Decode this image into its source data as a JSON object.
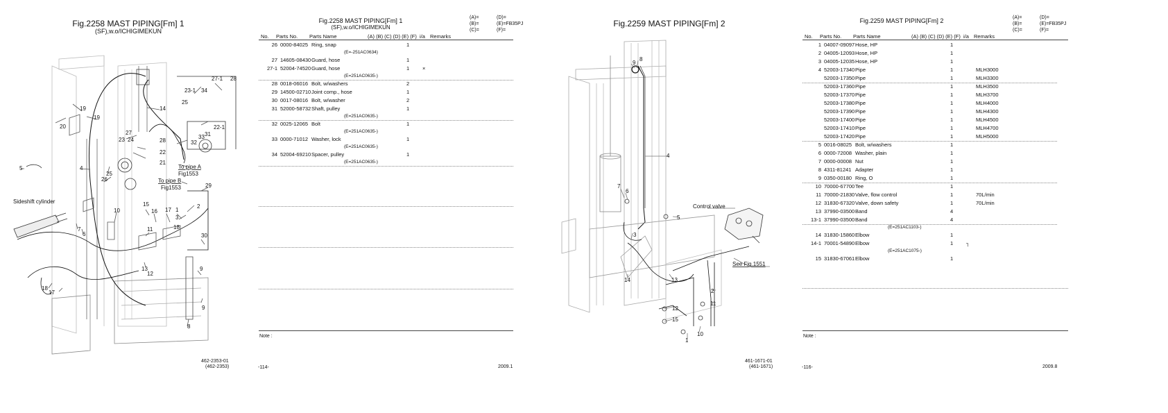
{
  "left_fig": {
    "title": "Fig.2258  MAST PIPING[Fm] 1",
    "subtitle": "(SF),w.o/ICHIGIMEKUN",
    "callouts": [
      "27-1",
      "28",
      "23-1",
      "34",
      "25",
      "14",
      "19",
      "19",
      "20",
      "22-1",
      "31",
      "33",
      "32",
      "27",
      "24",
      "23",
      "28",
      "22",
      "21",
      "4",
      "5",
      "26",
      "25",
      "To pipe A",
      "Fig1553",
      "To pipe B",
      "Fig1553",
      "29",
      "Sideshift cylinder",
      "15",
      "16",
      "17",
      "1",
      "2",
      "3",
      "18",
      "10",
      "6",
      "7",
      "11",
      "30",
      "13",
      "12",
      "9",
      "18",
      "17",
      "9",
      "8"
    ],
    "ref_code": "462-2353-01",
    "ref_code2": "(462-2353)"
  },
  "left_table": {
    "title": "Fig.2258  MAST PIPING[Fm] 1",
    "subtitle": "(SF),w.o/ICHIGIMEKUN",
    "codes": {
      "a": "(A)=",
      "b": "(B)=",
      "c": "(C)=",
      "d": "(D)=",
      "e": "(E)=FB35PJ",
      "f": "(F)="
    },
    "headers": {
      "no": "No.",
      "parts_no": "Parts No.",
      "parts_name": "Parts Name",
      "cols": "(A) (B) (C) (D) (E) (F)",
      "ia": "i/a",
      "remarks": "Remarks"
    },
    "rows": [
      {
        "no": "26",
        "pn": "0000-84025",
        "name": "Ring, snap",
        "qty": "1",
        "ia": "",
        "rem": ""
      },
      {
        "note": "(E=-251AC0634)"
      },
      {
        "no": "27",
        "pn": "14605-08430",
        "name": "Guard, hose",
        "qty": "1",
        "ia": "",
        "rem": ""
      },
      {
        "no": "27-1",
        "pn": "52004-74520",
        "name": "Guard, hose",
        "qty": "1",
        "ia": "×",
        "rem": ""
      },
      {
        "note": "(E=251AC0635-)"
      },
      {
        "no": "28",
        "pn": "0018-06016",
        "name": "Bolt, w/washers",
        "qty": "2",
        "ia": "",
        "rem": ""
      },
      {
        "no": "29",
        "pn": "14500-02710",
        "name": "Joint comp., hose",
        "qty": "1",
        "ia": "",
        "rem": ""
      },
      {
        "no": "30",
        "pn": "0017-08016",
        "name": "Bolt, w/washer",
        "qty": "2",
        "ia": "",
        "rem": ""
      },
      {
        "no": "31",
        "pn": "52000-58732",
        "name": "Shaft, pulley",
        "qty": "1",
        "ia": "",
        "rem": ""
      },
      {
        "note": "(E=251AC0635-)"
      },
      {
        "no": "32",
        "pn": "0025-12065",
        "name": "Bolt",
        "qty": "1",
        "ia": "",
        "rem": ""
      },
      {
        "note": "(E=251AC0635-)"
      },
      {
        "no": "33",
        "pn": "0000-71012",
        "name": "Washer, lock",
        "qty": "1",
        "ia": "",
        "rem": ""
      },
      {
        "note": "(E=251AC0635-)"
      },
      {
        "no": "34",
        "pn": "52004-69210",
        "name": "Spacer, pulley",
        "qty": "1",
        "ia": "",
        "rem": ""
      },
      {
        "note": "(E=251AC0635-)"
      }
    ],
    "note_label": "Note :",
    "page": "-114-",
    "date": "2009.1"
  },
  "right_fig": {
    "title": "Fig.2259  MAST PIPING[Fm] 2",
    "callouts": [
      "9",
      "8",
      "4",
      "7",
      "6",
      "3",
      "5",
      "Control valve",
      "See Fig.1551",
      "14",
      "13",
      "2",
      "11",
      "12",
      "15",
      "10",
      "1"
    ],
    "ref_code": "461-1671-01",
    "ref_code2": "(461-1671)"
  },
  "right_table": {
    "title": "Fig.2259  MAST PIPING[Fm] 2",
    "codes": {
      "a": "(A)=",
      "b": "(B)=",
      "c": "(C)=",
      "d": "(D)=",
      "e": "(E)=FB35PJ",
      "f": "(F)="
    },
    "headers": {
      "no": "No.",
      "parts_no": "Parts No.",
      "parts_name": "Parts Name",
      "cols": "(A) (B) (C) (D) (E) (F)",
      "ia": "i/a",
      "remarks": "Remarks"
    },
    "rows": [
      {
        "no": "1",
        "pn": "04007-09097",
        "name": "Hose, HP",
        "qty": "1",
        "ia": "",
        "rem": ""
      },
      {
        "no": "2",
        "pn": "04005-12093",
        "name": "Hose, HP",
        "qty": "1",
        "ia": "",
        "rem": ""
      },
      {
        "no": "3",
        "pn": "04005-12035",
        "name": "Hose, HP",
        "qty": "1",
        "ia": "",
        "rem": ""
      },
      {
        "no": "4",
        "pn": "52003-17340",
        "name": "Pipe",
        "qty": "1",
        "ia": "",
        "rem": "MLH3000"
      },
      {
        "no": "",
        "pn": "52003-17350",
        "name": "Pipe",
        "qty": "1",
        "ia": "",
        "rem": "MLH3300"
      },
      {
        "no": "",
        "pn": "52003-17360",
        "name": "Pipe",
        "qty": "1",
        "ia": "",
        "rem": "MLH3500"
      },
      {
        "no": "",
        "pn": "52003-17370",
        "name": "Pipe",
        "qty": "1",
        "ia": "",
        "rem": "MLH3700"
      },
      {
        "no": "",
        "pn": "52003-17380",
        "name": "Pipe",
        "qty": "1",
        "ia": "",
        "rem": "MLH4000"
      },
      {
        "no": "",
        "pn": "52003-17390",
        "name": "Pipe",
        "qty": "1",
        "ia": "",
        "rem": "MLH4300"
      },
      {
        "no": "",
        "pn": "52003-17400",
        "name": "Pipe",
        "qty": "1",
        "ia": "",
        "rem": "MLH4500"
      },
      {
        "no": "",
        "pn": "52003-17410",
        "name": "Pipe",
        "qty": "1",
        "ia": "",
        "rem": "MLH4700"
      },
      {
        "no": "",
        "pn": "52003-17420",
        "name": "Pipe",
        "qty": "1",
        "ia": "",
        "rem": "MLH5000"
      },
      {
        "no": "5",
        "pn": "0016-08025",
        "name": "Bolt, w/washers",
        "qty": "1",
        "ia": "",
        "rem": ""
      },
      {
        "no": "6",
        "pn": "0000-72008",
        "name": "Washer, plain",
        "qty": "1",
        "ia": "",
        "rem": ""
      },
      {
        "no": "7",
        "pn": "0000-00008",
        "name": "Nut",
        "qty": "1",
        "ia": "",
        "rem": ""
      },
      {
        "no": "8",
        "pn": "4311-81241",
        "name": "Adapter",
        "qty": "1",
        "ia": "",
        "rem": ""
      },
      {
        "no": "9",
        "pn": "0350-00180",
        "name": "Ring, O",
        "qty": "1",
        "ia": "",
        "rem": ""
      },
      {
        "no": "10",
        "pn": "70000-67700",
        "name": "Tee",
        "qty": "1",
        "ia": "",
        "rem": ""
      },
      {
        "no": "11",
        "pn": "70000-21830",
        "name": "Valve, flow control",
        "qty": "1",
        "ia": "",
        "rem": "70L/min"
      },
      {
        "no": "12",
        "pn": "31830-67320",
        "name": "Valve, down safety",
        "qty": "1",
        "ia": "",
        "rem": "70L/min"
      },
      {
        "no": "13",
        "pn": "37990-03500",
        "name": "Band",
        "qty": "4",
        "ia": "",
        "rem": ""
      },
      {
        "no": "13-1",
        "pn": "37990-03500",
        "name": "Band",
        "qty": "4",
        "ia": "",
        "rem": ""
      },
      {
        "note": "(E=251AC1103-)"
      },
      {
        "no": "14",
        "pn": "31830-15860",
        "name": "Elbow",
        "qty": "1",
        "ia": "",
        "rem": ""
      },
      {
        "no": "14-1",
        "pn": "70001-54890",
        "name": "Elbow",
        "qty": "1",
        "ia": "┐",
        "rem": ""
      },
      {
        "note": "(E=251AC1075-)"
      },
      {
        "no": "15",
        "pn": "31830-67061",
        "name": "Elbow",
        "qty": "1",
        "ia": "",
        "rem": ""
      }
    ],
    "note_label": "Note :",
    "page": "-116-",
    "date": "2009.8"
  }
}
